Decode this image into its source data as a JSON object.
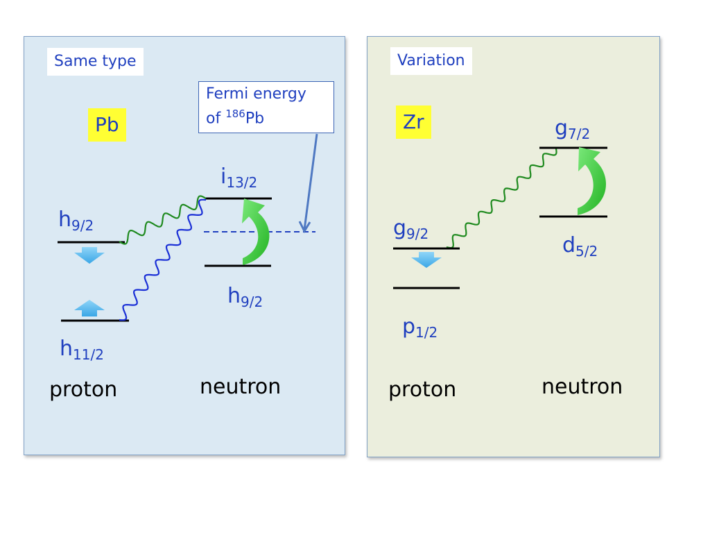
{
  "left_panel": {
    "tag": "Same type",
    "element": "Pb",
    "fermi_box": {
      "line1": "Fermi energy",
      "line2_prefix": "of ",
      "mass_number": "186",
      "line2_symbol": "Pb"
    },
    "proton_levels": [
      {
        "letter": "h",
        "subscript": "9/2"
      },
      {
        "letter": "h",
        "subscript": "11/2"
      }
    ],
    "neutron_levels": [
      {
        "letter": "i",
        "subscript": "13/2"
      },
      {
        "letter": "h",
        "subscript": "9/2"
      }
    ],
    "proton_label": "proton",
    "neutron_label": "neutron"
  },
  "right_panel": {
    "tag": "Variation",
    "element": "Zr",
    "proton_levels": [
      {
        "letter": "g",
        "subscript": "9/2"
      },
      {
        "letter": "p",
        "subscript": "1/2"
      }
    ],
    "neutron_levels": [
      {
        "letter": "g",
        "subscript": "7/2"
      },
      {
        "letter": "d",
        "subscript": "5/2"
      }
    ],
    "proton_label": "proton",
    "neutron_label": "neutron"
  },
  "colors": {
    "left_background": "#dbe9f3",
    "right_background": "#ebeedd",
    "label_blue": "#1f3fbf",
    "element_highlight": "#ffff33",
    "green_wave": "#1f8a1f",
    "blue_wave": "#1a2fd6",
    "curved_arrow": "#3ccf3c",
    "block_arrow": "#5ab9ee",
    "fermi_dashed": "#1f3fbf"
  },
  "icons": [
    "wavy-interaction-line",
    "curved-arrow-icon",
    "down-arrow-icon",
    "up-arrow-icon"
  ]
}
